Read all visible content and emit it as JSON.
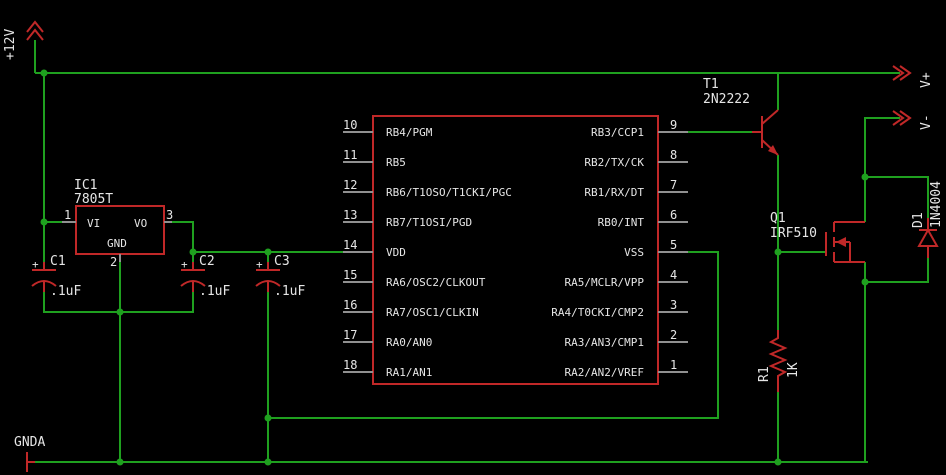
{
  "supply": {
    "vcc": "+12V",
    "gnd": "GNDA",
    "out_pos": "V+",
    "out_neg": "V-"
  },
  "ic1": {
    "ref": "IC1",
    "part": "7805T",
    "pin_vi": "VI",
    "pin_vo": "VO",
    "pin_gnd": "GND",
    "pin1": "1",
    "pin2": "2",
    "pin3": "3"
  },
  "c1": {
    "ref": "C1",
    "value": ".1uF"
  },
  "c2": {
    "ref": "C2",
    "value": ".1uF"
  },
  "c3": {
    "ref": "C3",
    "value": ".1uF"
  },
  "mcu": {
    "left": [
      {
        "num": "10",
        "name": "RB4/PGM"
      },
      {
        "num": "11",
        "name": "RB5"
      },
      {
        "num": "12",
        "name": "RB6/T1OSO/T1CKI/PGC"
      },
      {
        "num": "13",
        "name": "RB7/T1OSI/PGD"
      },
      {
        "num": "14",
        "name": "VDD"
      },
      {
        "num": "15",
        "name": "RA6/OSC2/CLKOUT"
      },
      {
        "num": "16",
        "name": "RA7/OSC1/CLKIN"
      },
      {
        "num": "17",
        "name": "RA0/AN0"
      },
      {
        "num": "18",
        "name": "RA1/AN1"
      }
    ],
    "right": [
      {
        "num": "9",
        "name": "RB3/CCP1"
      },
      {
        "num": "8",
        "name": "RB2/TX/CK"
      },
      {
        "num": "7",
        "name": "RB1/RX/DT"
      },
      {
        "num": "6",
        "name": "RB0/INT"
      },
      {
        "num": "5",
        "name": "VSS"
      },
      {
        "num": "4",
        "name": "RA5/MCLR/VPP"
      },
      {
        "num": "3",
        "name": "RA4/T0CKI/CMP2"
      },
      {
        "num": "2",
        "name": "RA3/AN3/CMP1"
      },
      {
        "num": "1",
        "name": "RA2/AN2/VREF"
      }
    ]
  },
  "t1": {
    "ref": "T1",
    "part": "2N2222"
  },
  "q1": {
    "ref": "Q1",
    "part": "IRF510"
  },
  "d1": {
    "ref": "D1",
    "part": "1N4004"
  },
  "r1": {
    "ref": "R1",
    "value": "1K"
  },
  "colors": {
    "background": "#000000",
    "wire": "#1fa01f",
    "symbol": "#c02828",
    "pin": "#909090",
    "text": "#e6e6e6"
  }
}
